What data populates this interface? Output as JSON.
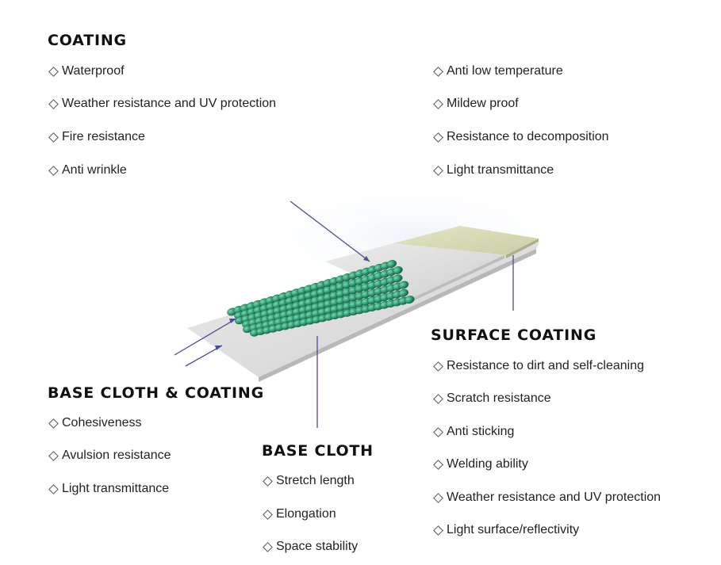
{
  "sections": {
    "coating": {
      "title": "COATING",
      "items_left": [
        "Waterproof",
        "Weather resistance and UV protection",
        "Fire resistance",
        "Anti wrinkle"
      ],
      "items_right": [
        "Anti low temperature",
        "Mildew proof",
        "Resistance to decomposition",
        "Light transmittance"
      ]
    },
    "surface_coating": {
      "title": "SURFACE COATING",
      "items": [
        "Resistance to dirt and self-cleaning",
        "Scratch resistance",
        "Anti sticking",
        "Welding ability",
        "Weather resistance and UV protection",
        "Light surface/reflectivity"
      ]
    },
    "base_cloth_coating": {
      "title": "BASE CLOTH & COATING",
      "items": [
        "Cohesiveness",
        "Avulsion resistance",
        "Light transmittance"
      ]
    },
    "base_cloth": {
      "title": "BASE CLOTH",
      "items": [
        "Stretch length",
        "Elongation",
        "Space stability"
      ]
    }
  },
  "colors": {
    "weave": "#2f9b72",
    "weave_dark": "#17684a",
    "weave_light": "#6fd0a6",
    "grey_layer": "#dcdcdc",
    "surface_layer": "#d6d8b4",
    "pointer": "#4a4f90"
  }
}
